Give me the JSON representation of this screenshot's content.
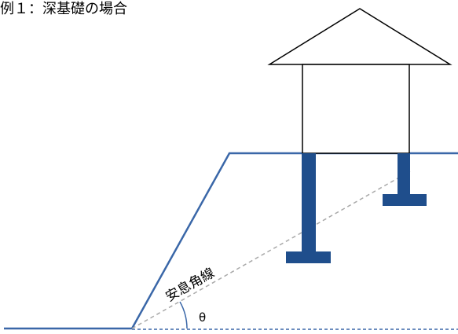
{
  "title": "例１：深基礎の場合",
  "labels": {
    "repose_line": "安息角線",
    "angle": "θ"
  },
  "colors": {
    "ground_line": "#3a67a8",
    "foundation": "#1f4e8c",
    "house_stroke": "#000000",
    "repose_dash": "#a9a9a9",
    "angle_arc": "#3a67a8"
  }
}
